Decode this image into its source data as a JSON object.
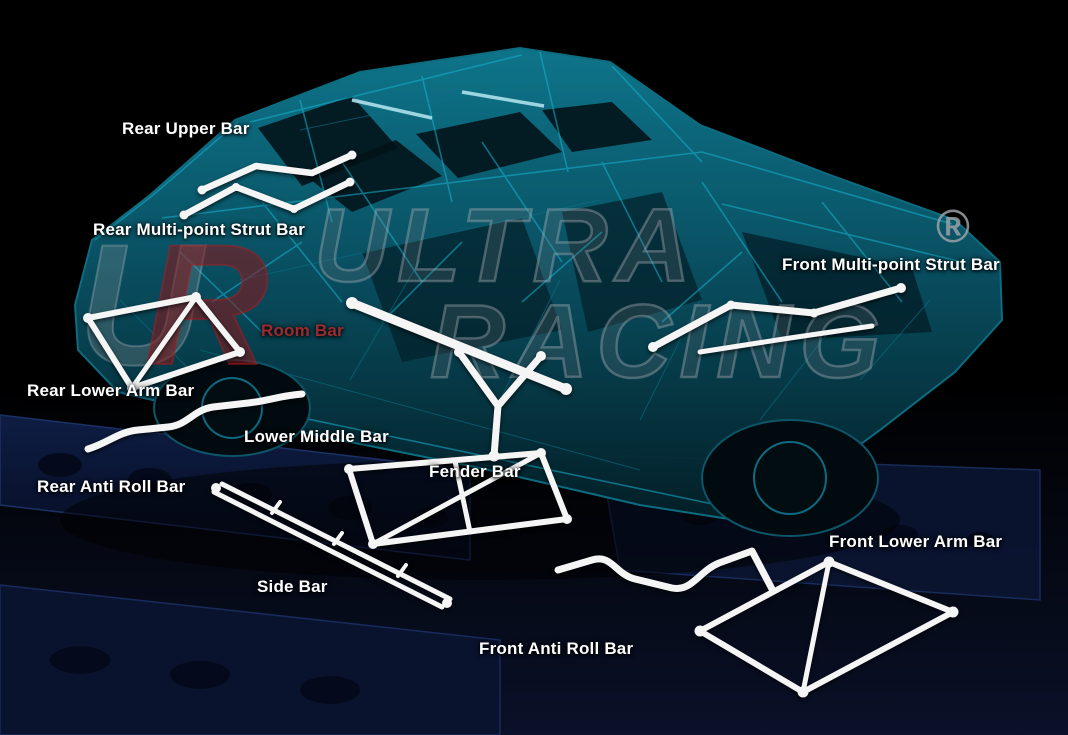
{
  "page": {
    "title": "Ultra Racing Chassis Bar Diagram"
  },
  "brand": {
    "watermark_line1": "ULTRA",
    "watermark_line2": "RACING",
    "logo_monogram_u": "U",
    "logo_monogram_r": "R",
    "registered_mark": "®"
  },
  "labels": [
    {
      "id": "rear-upper-bar",
      "text": "Rear Upper Bar"
    },
    {
      "id": "rear-multi-point-strut-bar",
      "text": "Rear Multi-point Strut Bar"
    },
    {
      "id": "room-bar",
      "text": "Room Bar",
      "accent": true
    },
    {
      "id": "rear-lower-arm-bar",
      "text": "Rear Lower Arm Bar"
    },
    {
      "id": "lower-middle-bar",
      "text": "Lower Middle Bar"
    },
    {
      "id": "rear-anti-roll-bar",
      "text": "Rear Anti Roll Bar"
    },
    {
      "id": "fender-bar",
      "text": "Fender Bar"
    },
    {
      "id": "side-bar",
      "text": "Side Bar"
    },
    {
      "id": "front-anti-roll-bar",
      "text": "Front Anti Roll Bar"
    },
    {
      "id": "front-lower-arm-bar",
      "text": "Front Lower Arm Bar"
    },
    {
      "id": "front-multi-point-strut-bar",
      "text": "Front Multi-point Strut Bar"
    }
  ],
  "colors": {
    "background_top": "#000000",
    "background_bottom": "#0a1128",
    "label_text": "#ffffff",
    "room_bar_label": "#9c2b2f",
    "bar_white": "#f5f5f5",
    "car_teal": "#0b6377",
    "car_teal_dark": "#052e3a",
    "car_line": "#15b2cf",
    "floor_navy": "#0b1634",
    "watermark_gray": "#9aa0a6",
    "watermark_red": "#8a1418"
  }
}
